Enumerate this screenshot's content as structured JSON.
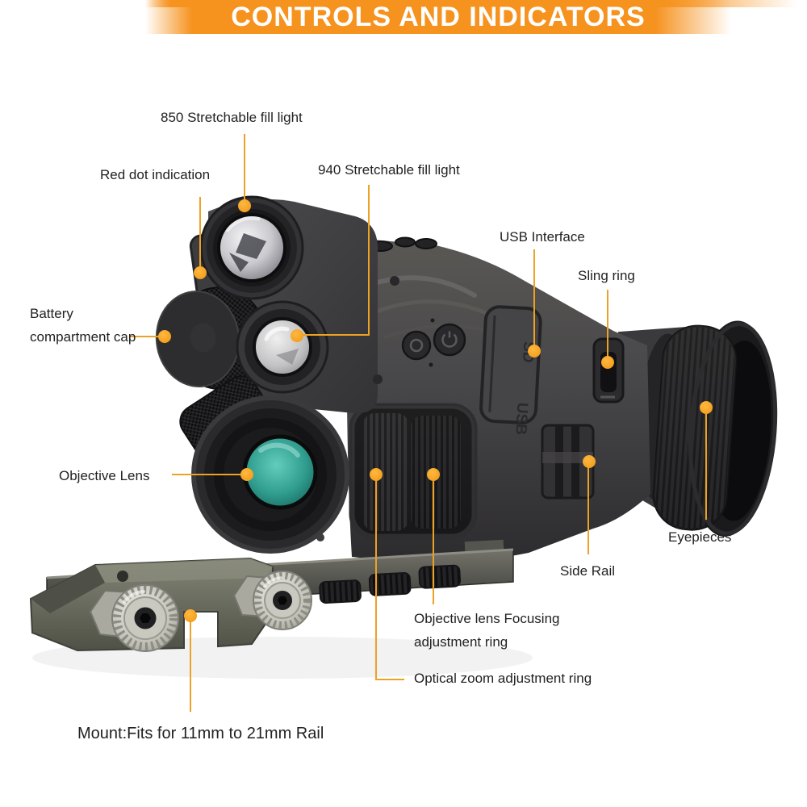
{
  "banner": {
    "title": "CONTROLS AND INDICATORS",
    "bg_color": "#f6921e",
    "text_color": "#ffffff"
  },
  "colors": {
    "callout_accent": "#eda125",
    "label_text": "#222222",
    "background": "#ffffff",
    "device_body": "#3f3e41",
    "objective_glass": "#2f9c8e",
    "mount_metal": "#6e7063",
    "screw_metal": "#c7c7bd"
  },
  "callouts": {
    "fill_light_850": {
      "label": "850 Stretchable fill light"
    },
    "red_dot": {
      "label": "Red dot indication"
    },
    "fill_light_940": {
      "label": "940 Stretchable fill light"
    },
    "usb_interface": {
      "label": "USB Interface"
    },
    "sling_ring": {
      "label": "Sling ring"
    },
    "battery_cap": {
      "label": "Battery compartment cap"
    },
    "objective_lens": {
      "label": "Objective Lens"
    },
    "eyepieces": {
      "label": "Eyepieces"
    },
    "side_rail": {
      "label": "Side Rail"
    },
    "focus_ring": {
      "label": "Objective lens Focusing adjustment ring"
    },
    "zoom_ring": {
      "label": "Optical zoom adjustment ring"
    },
    "mount": {
      "label": "Mount:Fits for 11mm to 21mm Rail"
    }
  },
  "device_markings": {
    "usb_port": "USB",
    "sd_port": "SD"
  }
}
